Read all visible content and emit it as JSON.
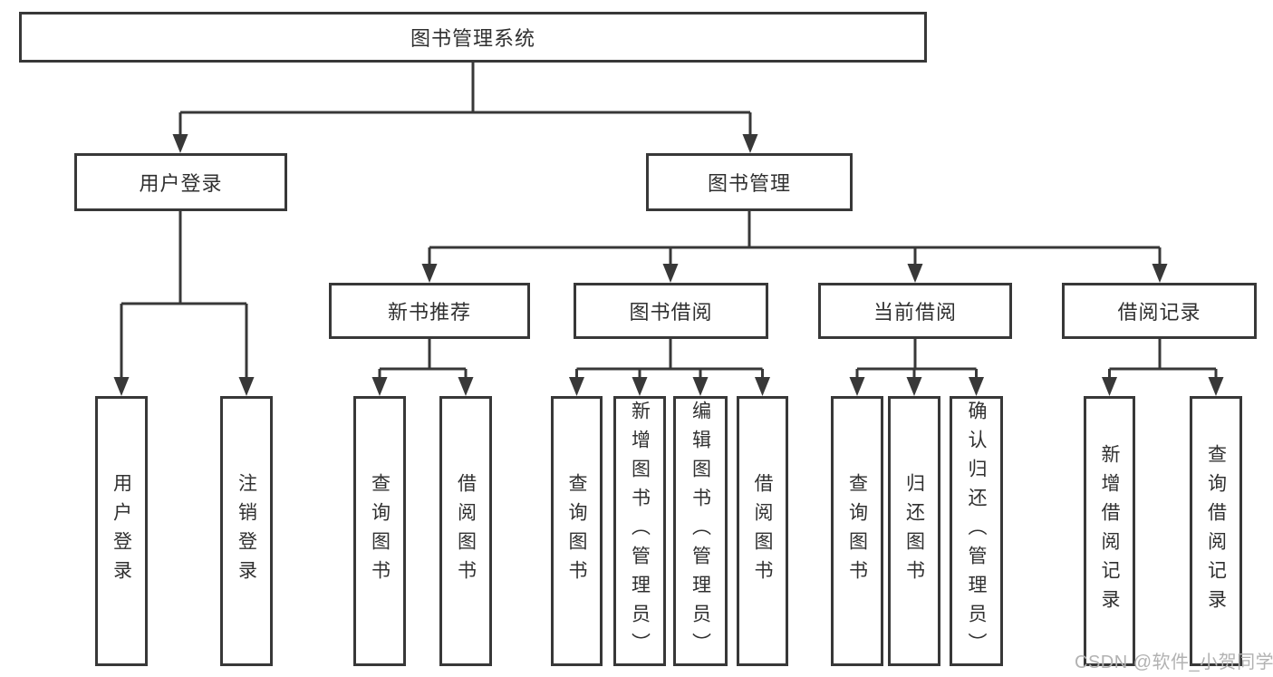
{
  "diagram": {
    "root": {
      "label": "图书管理系统"
    },
    "branches": [
      {
        "label": "用户登录",
        "children": [
          {
            "label": "用户登录"
          },
          {
            "label": "注销登录"
          }
        ]
      },
      {
        "label": "图书管理",
        "children": [
          {
            "label": "新书推荐",
            "children": [
              {
                "label": "查询图书"
              },
              {
                "label": "借阅图书"
              }
            ]
          },
          {
            "label": "图书借阅",
            "children": [
              {
                "label": "查询图书"
              },
              {
                "label": "新增图书（管理员）"
              },
              {
                "label": "编辑图书（管理员）"
              },
              {
                "label": "借阅图书"
              }
            ]
          },
          {
            "label": "当前借阅",
            "children": [
              {
                "label": "查询图书"
              },
              {
                "label": "归还图书"
              },
              {
                "label": "确认归还（管理员）"
              }
            ]
          },
          {
            "label": "借阅记录",
            "children": [
              {
                "label": "新增借阅记录"
              },
              {
                "label": "查询借阅记录"
              }
            ]
          }
        ]
      }
    ],
    "colors": {
      "line": "#383838",
      "box_border": "#383838",
      "text": "#303030",
      "background": "#ffffff",
      "watermark": "#b2b2b2"
    },
    "watermark": {
      "text": "CSDN @软件_小贺同学"
    }
  }
}
